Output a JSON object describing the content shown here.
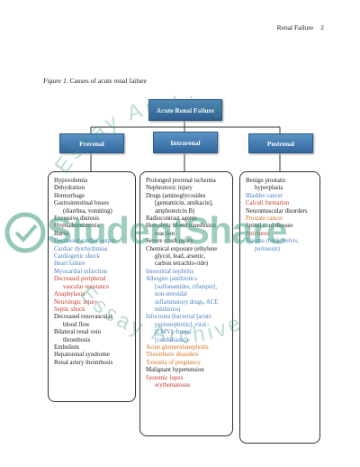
{
  "header": {
    "running_title": "Renal Failure",
    "page_number": "2"
  },
  "figure": {
    "label": "Figure 1.",
    "caption": "Causes of acute renal failure"
  },
  "diagram": {
    "root": "Acute Renal Failure",
    "categories": [
      "Prerenal",
      "Intrarenal",
      "Postrenal"
    ],
    "prerenal": [
      {
        "t": "Hypovolemia",
        "c": "black"
      },
      {
        "t": "Dehydration",
        "c": "black"
      },
      {
        "t": "Hemorrhage",
        "c": "black"
      },
      {
        "t": "Gastrointestinal losses",
        "c": "black"
      },
      {
        "t": "(diarrhea, vomiting)",
        "c": "black",
        "i": 1
      },
      {
        "t": "Excessive diuresis",
        "c": "black"
      },
      {
        "t": "Hypoalbuminemia",
        "c": "black"
      },
      {
        "t": "Burns",
        "c": "black"
      },
      {
        "t": "Decreased cardiac output",
        "c": "blue"
      },
      {
        "t": "Cardiac dysrhythmias",
        "c": "blue"
      },
      {
        "t": "Cardiogenic shock",
        "c": "blue"
      },
      {
        "t": "Heart failure",
        "c": "blue"
      },
      {
        "t": "Myocardial infarction",
        "c": "blue"
      },
      {
        "t": "Decreased peripheral",
        "c": "red"
      },
      {
        "t": "vascular resistance",
        "c": "red",
        "i": 1
      },
      {
        "t": "Anaphylaxis",
        "c": "red"
      },
      {
        "t": "Neurologic injury",
        "c": "red"
      },
      {
        "t": "Septic shock",
        "c": "red"
      },
      {
        "t": "Decreased renovascular",
        "c": "black"
      },
      {
        "t": "blood flow",
        "c": "black",
        "i": 1
      },
      {
        "t": "Bilateral renal vein",
        "c": "black"
      },
      {
        "t": "thrombosis",
        "c": "black",
        "i": 1
      },
      {
        "t": "Embolism",
        "c": "black"
      },
      {
        "t": "Hepatorenal syndrome",
        "c": "black"
      },
      {
        "t": "Renal artery thrombosis",
        "c": "black"
      }
    ],
    "intrarenal": [
      {
        "t": "Prolonged prerenal ischemia",
        "c": "black"
      },
      {
        "t": "Nephrotoxic injury",
        "c": "black"
      },
      {
        "t": "Drugs (aminoglycosides",
        "c": "black"
      },
      {
        "t": "[gentamicin, amikacin],",
        "c": "black",
        "i": 1
      },
      {
        "t": "amphotericin B)",
        "c": "black",
        "i": 1
      },
      {
        "t": "Radiocontrast agents",
        "c": "black"
      },
      {
        "t": "Hemolytic blood transfusion",
        "c": "black"
      },
      {
        "t": "reaction",
        "c": "black",
        "i": 1
      },
      {
        "t": "Severe crush injury",
        "c": "black"
      },
      {
        "t": "Chemical exposure (ethylene",
        "c": "black"
      },
      {
        "t": "glycol, lead, arsenic,",
        "c": "black",
        "i": 1
      },
      {
        "t": "carbon tetrachlo-ride)",
        "c": "black",
        "i": 1
      },
      {
        "t": "Interstitial nephritis",
        "c": "blue"
      },
      {
        "t": "Allergies (antibiotics",
        "c": "blue"
      },
      {
        "t": "[sulfonamides, rifampin],",
        "c": "blue",
        "i": 1
      },
      {
        "t": "non-steroidal",
        "c": "blue",
        "i": 1
      },
      {
        "t": "inflammatory drugs, ACE",
        "c": "blue",
        "i": 1
      },
      {
        "t": "inhibitors)",
        "c": "blue",
        "i": 1
      },
      {
        "t": "Infections (bacterial [acute",
        "c": "blue"
      },
      {
        "t": "pyelonephritis], viral",
        "c": "blue",
        "i": 1
      },
      {
        "t": "[CMV], fungal",
        "c": "blue",
        "i": 1
      },
      {
        "t": "[candidiasis])",
        "c": "blue",
        "i": 1
      },
      {
        "t": "Acute glomerulonephritis",
        "c": "orange"
      },
      {
        "t": "Thrombotic disorders",
        "c": "orange"
      },
      {
        "t": "Toxemia of pregnancy",
        "c": "orange"
      },
      {
        "t": "Malignant hypertension",
        "c": "black"
      },
      {
        "t": "Systemic lupus",
        "c": "red"
      },
      {
        "t": "erythematosus",
        "c": "red",
        "i": 1
      }
    ],
    "postrenal": [
      {
        "t": "Benign prostatic",
        "c": "black"
      },
      {
        "t": "hyperplasia",
        "c": "black",
        "i": 1
      },
      {
        "t": "Bladder cancer",
        "c": "blue"
      },
      {
        "t": "Calculi formation",
        "c": "red"
      },
      {
        "t": "Neuromuscular disorders",
        "c": "black"
      },
      {
        "t": "Prostate cancer",
        "c": "orange"
      },
      {
        "t": "Spinal cord disease",
        "c": "black"
      },
      {
        "t": "Strictures",
        "c": "red"
      },
      {
        "t": "Trauma (back, pelvis,",
        "c": "blue"
      },
      {
        "t": "perineum)",
        "c": "blue",
        "i": 1
      }
    ]
  },
  "watermark": {
    "brand": "StudentShare",
    "arc_text": "Essay Archive",
    "color": "#3c9b7d"
  }
}
